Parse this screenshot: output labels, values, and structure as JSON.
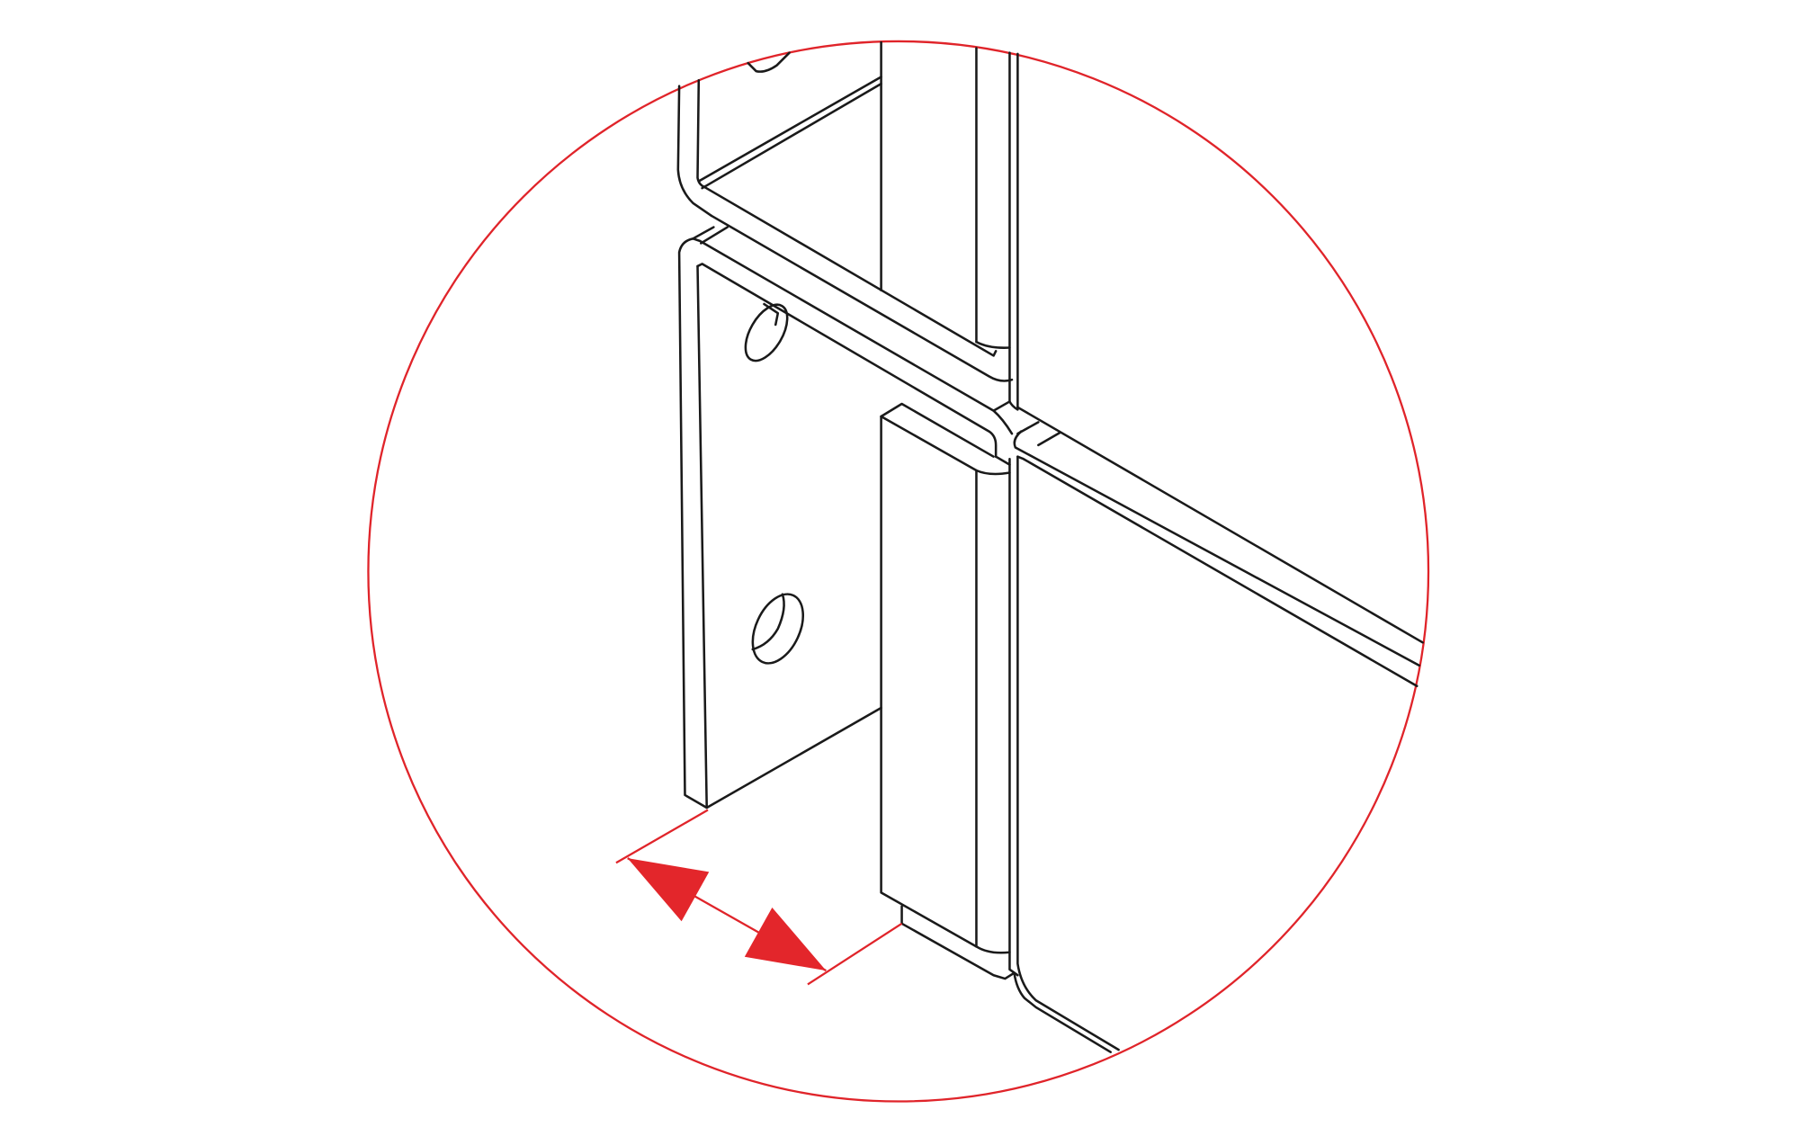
{
  "diagram": {
    "subject": "bracket-plates-detail",
    "colors": {
      "outline": "#1a1a1a",
      "detail_circle": "#e0242a",
      "dimension_arrow": "#e3262b",
      "background": "#ffffff"
    },
    "icons": [
      "detail-circle",
      "double-headed-dimension-arrow"
    ]
  }
}
